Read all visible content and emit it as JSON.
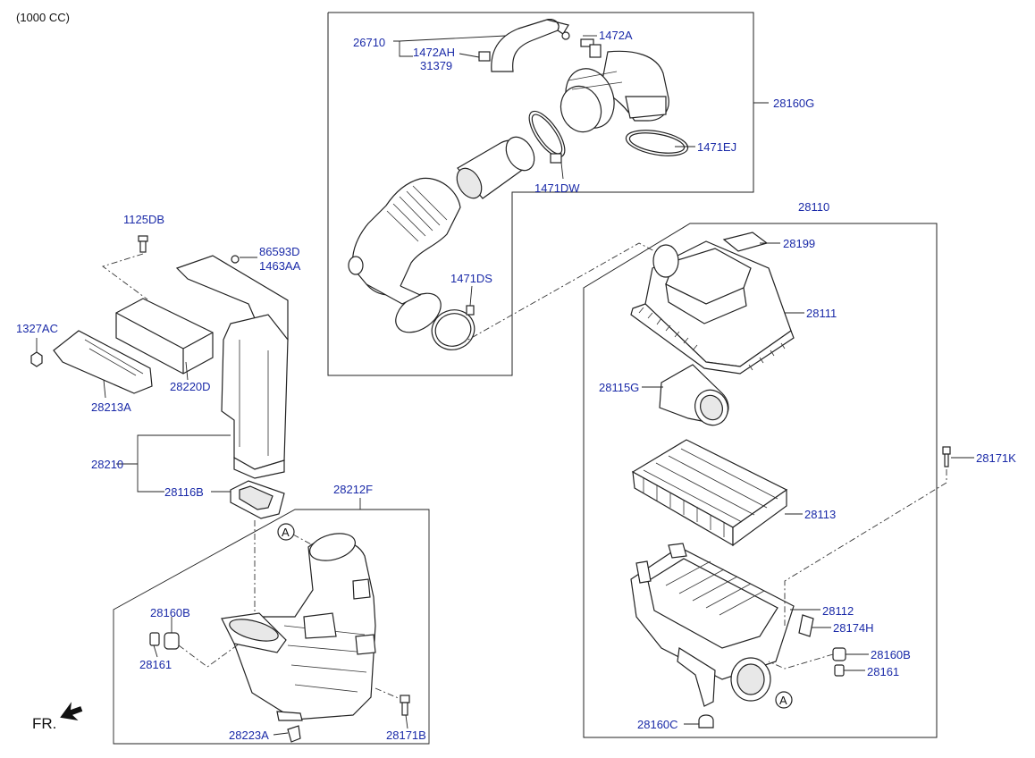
{
  "header": {
    "variant": "(1000 CC)"
  },
  "direction": {
    "label": "FR."
  },
  "callout_marker": "A",
  "labels": {
    "p26710": "26710",
    "p1472AH": "1472AH",
    "p31379": "31379",
    "p1472A": "1472A",
    "p28160G": "28160G",
    "p1471EJ": "1471EJ",
    "p1471DW": "1471DW",
    "p1471DS": "1471DS",
    "p28110": "28110",
    "p28199": "28199",
    "p28111": "28111",
    "p28115G": "28115G",
    "p28113": "28113",
    "p28171K": "28171K",
    "p28112": "28112",
    "p28174H": "28174H",
    "p28160B_r": "28160B",
    "p28161_r": "28161",
    "p28160C": "28160C",
    "p1125DB": "1125DB",
    "p86593D": "86593D",
    "p1463AA": "1463AA",
    "p1327AC": "1327AC",
    "p28213A": "28213A",
    "p28220D": "28220D",
    "p28210": "28210",
    "p28116B": "28116B",
    "p28212F": "28212F",
    "p28160B_l": "28160B",
    "p28161_l": "28161",
    "p28223A": "28223A",
    "p28171B": "28171B"
  },
  "colors": {
    "label": "#1a2aa8",
    "line": "#222222",
    "background": "#ffffff"
  },
  "icons": [
    "fr-arrow-icon",
    "callout-a-icon"
  ]
}
